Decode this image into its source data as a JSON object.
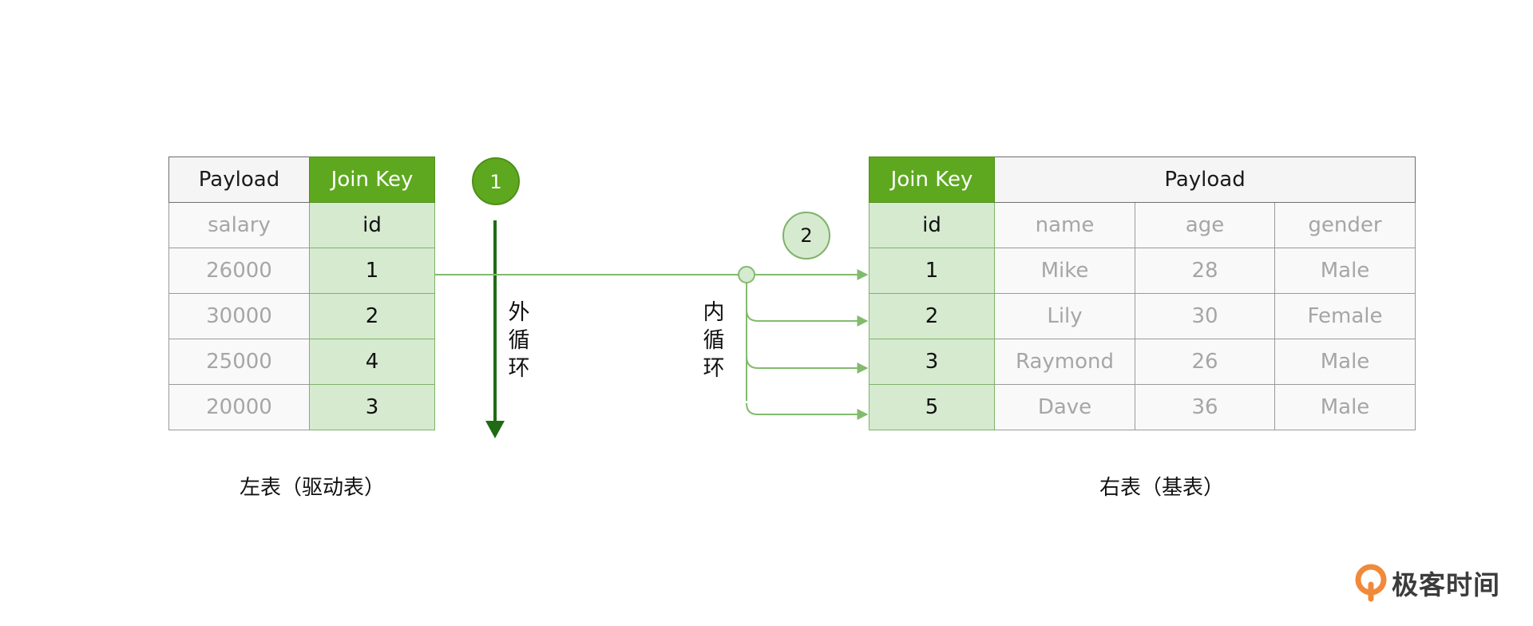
{
  "left_table": {
    "headers": [
      "Payload",
      "Join Key"
    ],
    "rows": [
      [
        "salary",
        "id"
      ],
      [
        "26000",
        "1"
      ],
      [
        "30000",
        "2"
      ],
      [
        "25000",
        "4"
      ],
      [
        "20000",
        "3"
      ]
    ],
    "caption": "左表（驱动表）"
  },
  "right_table": {
    "headers": [
      "Join Key",
      "Payload"
    ],
    "rows": [
      [
        "id",
        "name",
        "age",
        "gender"
      ],
      [
        "1",
        "Mike",
        "28",
        "Male"
      ],
      [
        "2",
        "Lily",
        "30",
        "Female"
      ],
      [
        "3",
        "Raymond",
        "26",
        "Male"
      ],
      [
        "5",
        "Dave",
        "36",
        "Male"
      ]
    ],
    "caption": "右表（基表）"
  },
  "labels": {
    "outer_loop": [
      "外",
      "循",
      "环"
    ],
    "inner_loop": [
      "内",
      "循",
      "环"
    ]
  },
  "steps": {
    "one": "1",
    "two": "2"
  },
  "logo": {
    "text": "极客时间"
  },
  "colors": {
    "key_header": "#5ea81f",
    "key_cell": "#d6ead0",
    "outer_arrow": "#1f6b14",
    "inner_arrow": "#82bb6e"
  }
}
